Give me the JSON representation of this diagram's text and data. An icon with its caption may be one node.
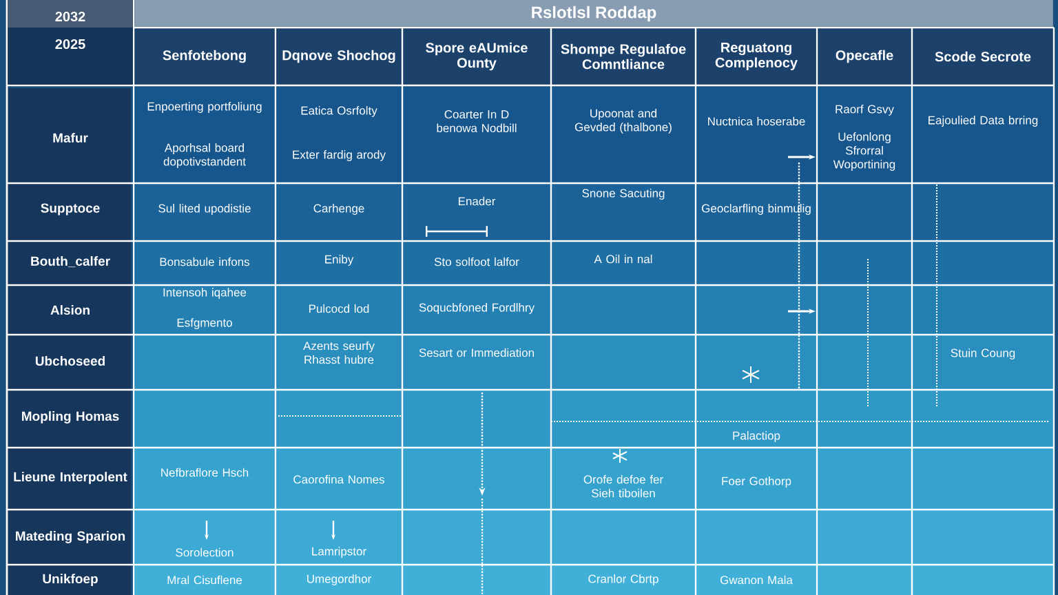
{
  "diagram": {
    "title": "Rslotlsl Roddap",
    "labels": [
      "2032",
      "2025",
      "Senfotebong",
      "Dqnove Shochog",
      "Spore eAUmice Ounty",
      "Shompe Regulafoe Comntliance",
      "Reguatong Complenocy",
      "Opecafle",
      "Scode Secrote",
      "Mafur",
      "Enpoerting portfoliung",
      "Aporhsal board dopotivstandent",
      "Eatica Osrfolty",
      "Exter fardig arody",
      "Coarter In D benowa Nodbill",
      "Upoonat and Gevded (thalbone)",
      "Nuctnica hoserabe",
      "Raorf Gsvy",
      "Uefonlong Sfrorral Woportining",
      "Eajoulied Data brring",
      "Supptoce",
      "Sul lited upodistie",
      "Carhenge",
      "Enader",
      "Snone Sacuting",
      "Geoclarfling binmulig",
      "Bouth_calfer",
      "Bonsabule infons",
      "Eniby",
      "Sto solfoot lalfor",
      "A Oil in nal",
      "Alsion",
      "Intensoh iqahee",
      "Esfgmento",
      "Pulcocd lod",
      "Soqucbfoned Fordlhry",
      "Ubchoseed",
      "Azents seurfy Rhasst hubre",
      "Sesart or Immediation",
      "Stuin Coung",
      "Mopling Homas",
      "Palactiop",
      "Lieune Interpolent",
      "Nefbraflore Hsch",
      "Caorofina Nomes",
      "Orofe defoe fer Sieh tiboilen",
      "Foer Gothorp",
      "Mateding Sparion",
      "Sorolection",
      "Lamripstor",
      "Unikfoep",
      "Mral Cisuflene",
      "Umegordhor",
      "Cranlor Cbrtp",
      "Gwanon Mala"
    ]
  }
}
